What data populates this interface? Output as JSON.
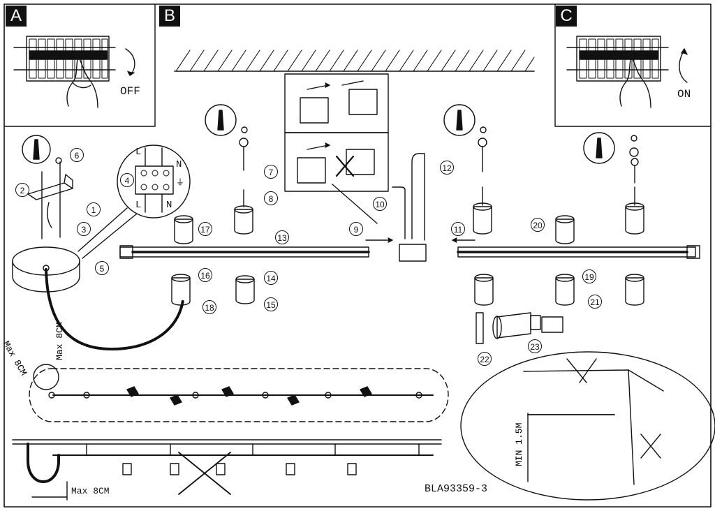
{
  "panels": {
    "a": {
      "letter": "A",
      "switch_label": "OFF"
    },
    "b": {
      "letter": "B"
    },
    "c": {
      "letter": "C",
      "switch_label": "ON"
    }
  },
  "steps": [
    "1",
    "2",
    "3",
    "4",
    "5",
    "6",
    "7",
    "8",
    "9",
    "10",
    "11",
    "12",
    "13",
    "14",
    "15",
    "16",
    "17",
    "18",
    "19",
    "20",
    "21",
    "22",
    "23"
  ],
  "terminal_labels": {
    "left": "L",
    "neutral": "N",
    "right_n": "N",
    "bottom_l": "L",
    "bottom_n": "N"
  },
  "dimensions": {
    "max_8cm_a": "Max 8CM",
    "max_8cm_b": "Max 8CM",
    "max_8cm_c": "Max 8CM",
    "min_height": "MIN 1.5M"
  },
  "model_code": "BLA93359-3",
  "icons": [
    "wall-plug-icon",
    "screw-icon",
    "screwdriver-icon",
    "switch-hand-icon",
    "spotlight-icon",
    "cross-out-icon",
    "ground-symbol-icon"
  ]
}
